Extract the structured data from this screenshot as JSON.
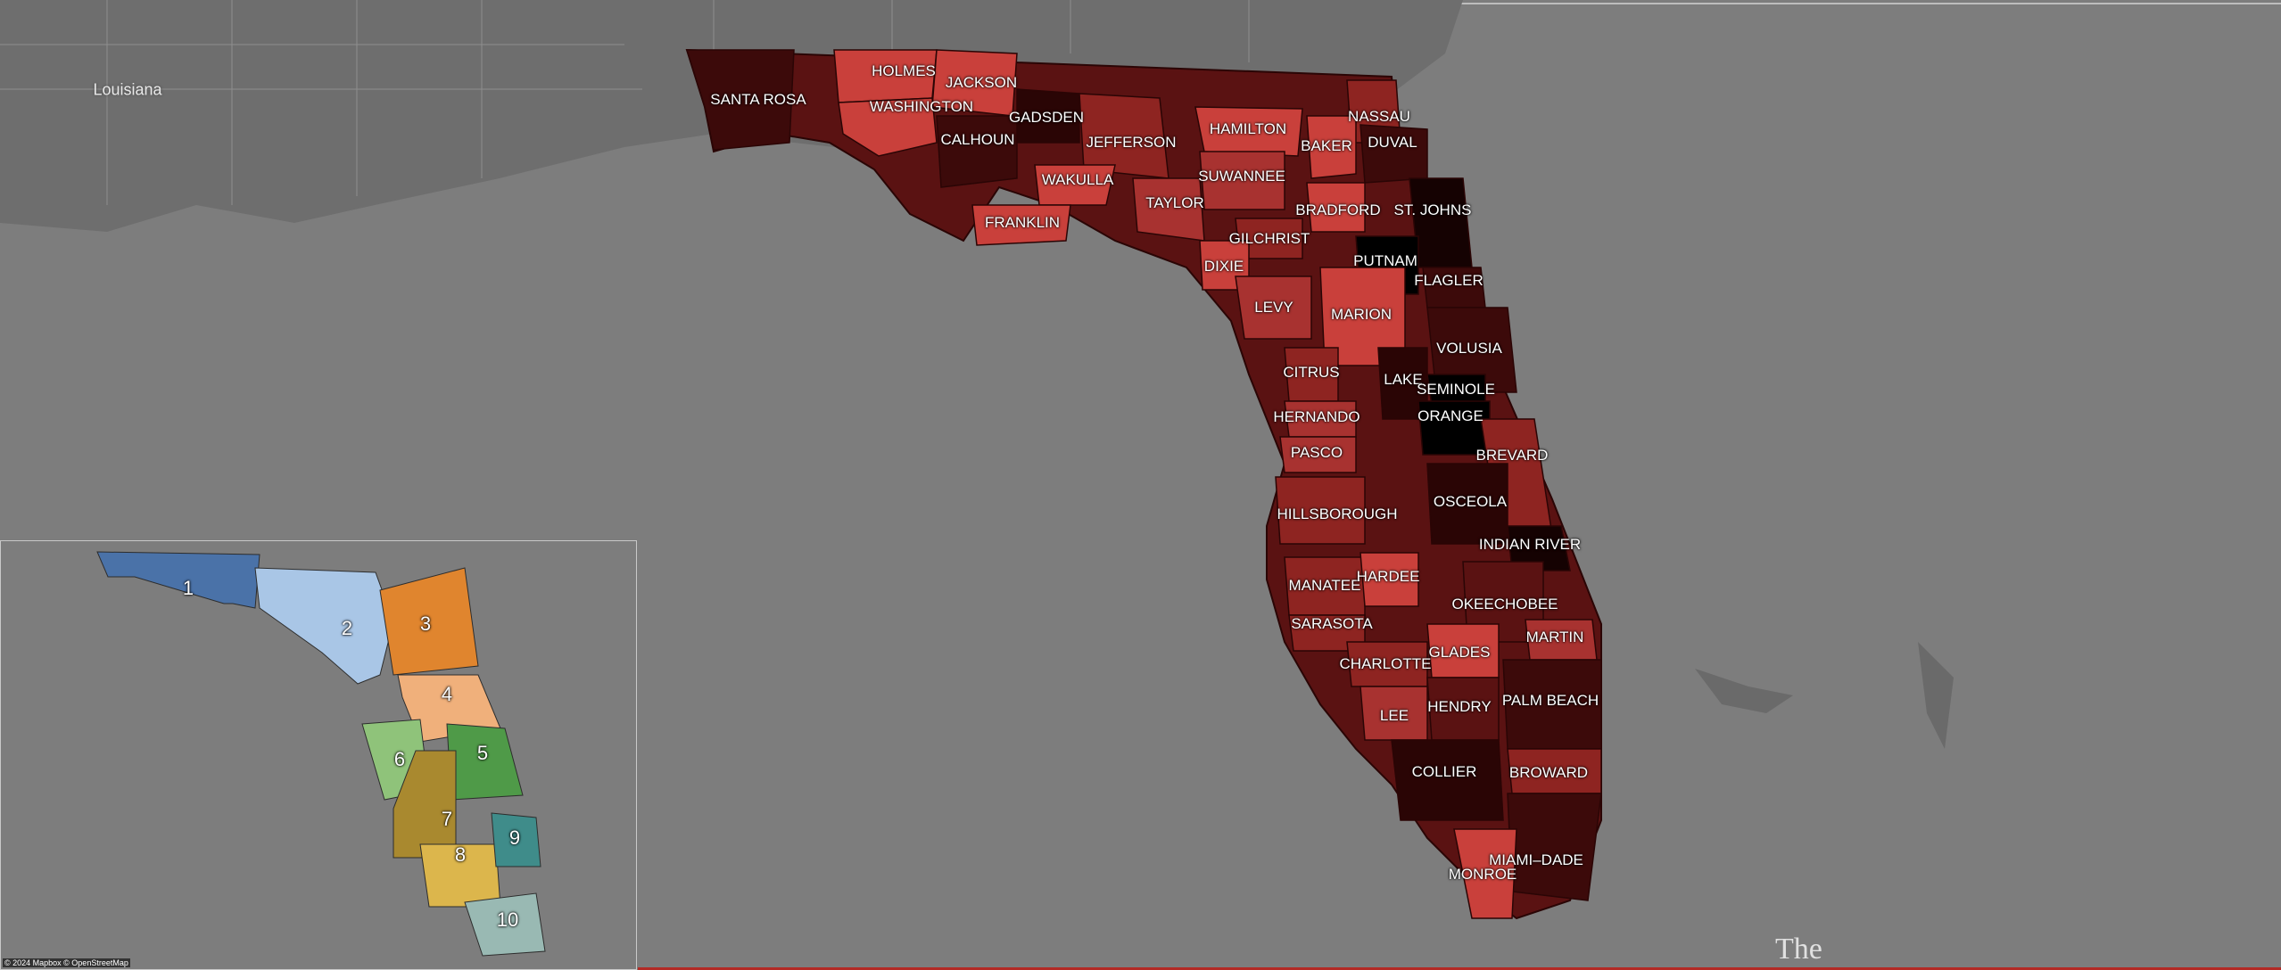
{
  "base_map": {
    "state_label": "Louisiana",
    "attribution": "© 2024 Mapbox © OpenStreetMap",
    "corner_text": "The"
  },
  "counties": [
    {
      "name": "SANTA ROSA",
      "color": "#3c0a0a"
    },
    {
      "name": "HOLMES",
      "color": "#c9403b"
    },
    {
      "name": "JACKSON",
      "color": "#c9403b"
    },
    {
      "name": "WASHINGTON",
      "color": "#c9403b"
    },
    {
      "name": "GADSDEN",
      "color": "#2a0505"
    },
    {
      "name": "CALHOUN",
      "color": "#3c0a0a"
    },
    {
      "name": "JEFFERSON",
      "color": "#8e2421"
    },
    {
      "name": "HAMILTON",
      "color": "#c9403b"
    },
    {
      "name": "NASSAU",
      "color": "#8e2421"
    },
    {
      "name": "BAKER",
      "color": "#c9403b"
    },
    {
      "name": "DUVAL",
      "color": "#3c0a0a"
    },
    {
      "name": "WAKULLA",
      "color": "#c9403b"
    },
    {
      "name": "SUWANNEE",
      "color": "#a83230"
    },
    {
      "name": "TAYLOR",
      "color": "#a83230"
    },
    {
      "name": "FRANKLIN",
      "color": "#c9403b"
    },
    {
      "name": "BRADFORD",
      "color": "#c9403b"
    },
    {
      "name": "ST. JOHNS",
      "color": "#150202"
    },
    {
      "name": "GILCHRIST",
      "color": "#8e2421"
    },
    {
      "name": "PUTNAM",
      "color": "#000000"
    },
    {
      "name": "DIXIE",
      "color": "#c9403b"
    },
    {
      "name": "FLAGLER",
      "color": "#3c0a0a"
    },
    {
      "name": "LEVY",
      "color": "#a83230"
    },
    {
      "name": "MARION",
      "color": "#c9403b"
    },
    {
      "name": "VOLUSIA",
      "color": "#3c0a0a"
    },
    {
      "name": "CITRUS",
      "color": "#8e2421"
    },
    {
      "name": "LAKE",
      "color": "#2a0505"
    },
    {
      "name": "SEMINOLE",
      "color": "#000000"
    },
    {
      "name": "ORANGE",
      "color": "#000000"
    },
    {
      "name": "HERNANDO",
      "color": "#a83230"
    },
    {
      "name": "BREVARD",
      "color": "#8e2421"
    },
    {
      "name": "PASCO",
      "color": "#a83230"
    },
    {
      "name": "HILLSBOROUGH",
      "color": "#8e2421"
    },
    {
      "name": "OSCEOLA",
      "color": "#2a0505"
    },
    {
      "name": "INDIAN RIVER",
      "color": "#150202"
    },
    {
      "name": "MANATEE",
      "color": "#8e2421"
    },
    {
      "name": "HARDEE",
      "color": "#c9403b"
    },
    {
      "name": "OKEECHOBEE",
      "color": "#5a1212"
    },
    {
      "name": "SARASOTA",
      "color": "#8e2421"
    },
    {
      "name": "MARTIN",
      "color": "#a83230"
    },
    {
      "name": "CHARLOTTE",
      "color": "#8e2421"
    },
    {
      "name": "GLADES",
      "color": "#c9403b"
    },
    {
      "name": "LEE",
      "color": "#a83230"
    },
    {
      "name": "HENDRY",
      "color": "#5a1212"
    },
    {
      "name": "PALM BEACH",
      "color": "#3c0a0a"
    },
    {
      "name": "COLLIER",
      "color": "#2a0505"
    },
    {
      "name": "BROWARD",
      "color": "#8e2421"
    },
    {
      "name": "MIAMI–DADE",
      "color": "#3c0a0a"
    },
    {
      "name": "MONROE",
      "color": "#c9403b"
    }
  ],
  "inset_regions": [
    {
      "label": "1",
      "color": "#4a72a8"
    },
    {
      "label": "2",
      "color": "#a9c6e6"
    },
    {
      "label": "3",
      "color": "#e0852e"
    },
    {
      "label": "4",
      "color": "#f0b07b"
    },
    {
      "label": "5",
      "color": "#4f9a48"
    },
    {
      "label": "6",
      "color": "#8fc37a"
    },
    {
      "label": "7",
      "color": "#a9892f"
    },
    {
      "label": "8",
      "color": "#dcb64c"
    },
    {
      "label": "9",
      "color": "#3f8c8a"
    },
    {
      "label": "10",
      "color": "#99b9b3"
    }
  ]
}
